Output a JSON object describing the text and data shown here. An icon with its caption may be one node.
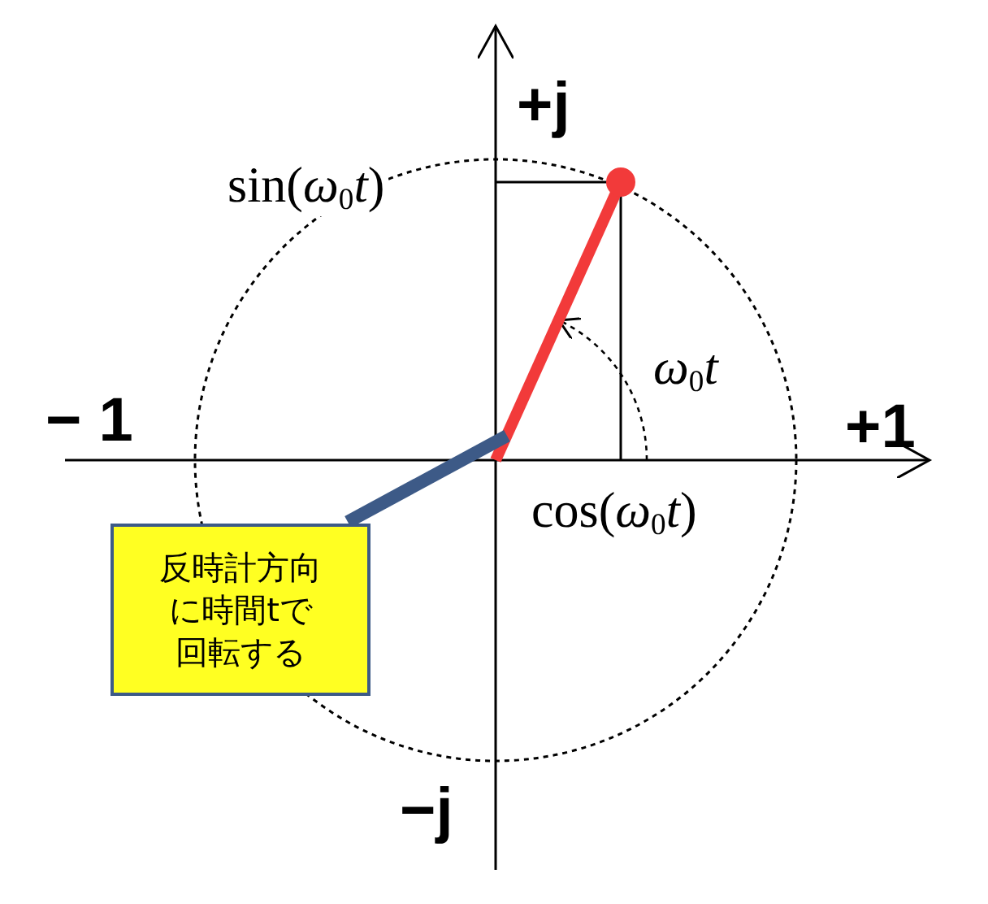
{
  "diagram": {
    "nodes": [
      {
        "text": [
          "反時計方向に時間tで回転する"
        ]
      },
      {
        "text": [],
        "shape": "line"
      }
    ],
    "edges": [
      {
        "from": 0,
        "to": 1,
        "arrow": "none"
      }
    ],
    "labels": [
      "+j",
      "sin(*ω*$_{0}$*t*)",
      "*ω*$_{0}$*t*",
      "− 1",
      "+1",
      "cos(*ω*$_{0}$*t*)",
      "−j"
    ]
  }
}
